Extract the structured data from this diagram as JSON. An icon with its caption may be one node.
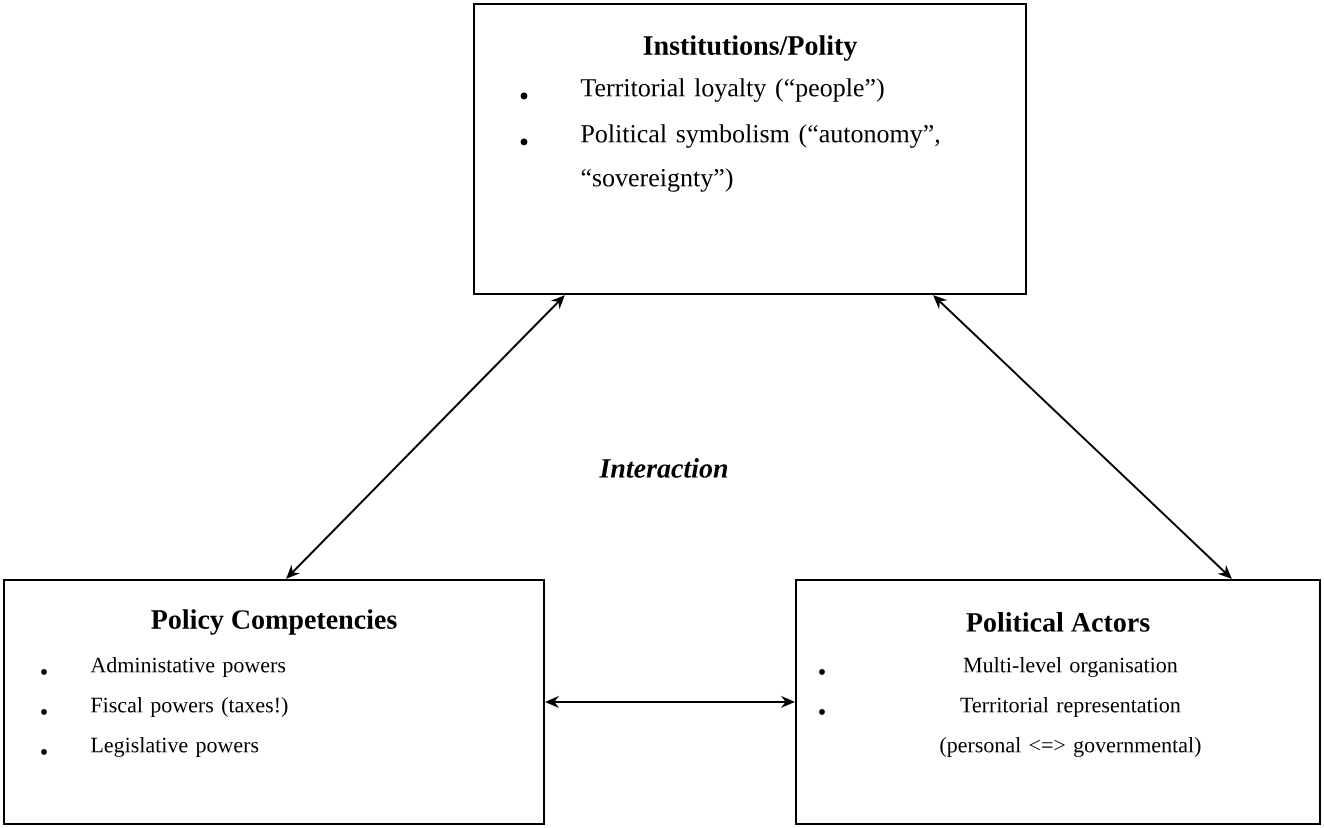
{
  "diagram": {
    "nodes": [
      {
        "text": [
          "Institutions/Polity",
          "Territorial loyalty (“people”)",
          "Political symbolism (“autonomy”, “sovereignty”)"
        ]
      },
      {
        "text": [
          "Policy Competencies",
          "Administative powers",
          "Fiscal powers (taxes!)",
          "Legislative powers"
        ]
      },
      {
        "text": [
          "Political Actors",
          "Multi-level organisation",
          "Territorial representation (personal <=> governmental)"
        ]
      }
    ],
    "edges": [
      {
        "from": 0,
        "to": 1,
        "arrow": "both"
      },
      {
        "from": 0,
        "to": 2,
        "arrow": "both"
      },
      {
        "from": 1,
        "to": 2,
        "arrow": "both"
      }
    ],
    "labels": [
      "Interaction"
    ]
  }
}
